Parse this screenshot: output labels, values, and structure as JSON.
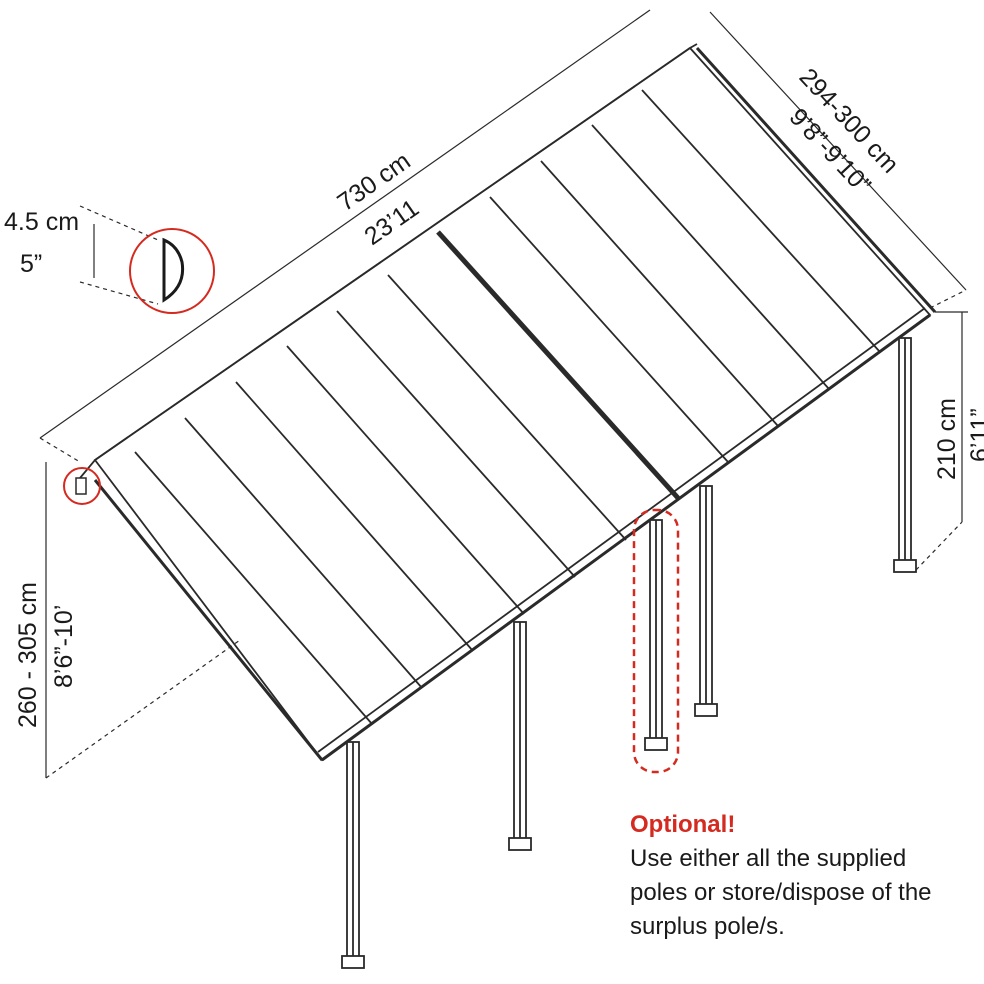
{
  "dimensions": {
    "length_cm": "730 cm",
    "length_ft": "23’11",
    "width_cm": "294-300 cm",
    "width_ft": "9’8”-9’10”",
    "front_height_cm": "210 cm",
    "front_height_ft": "6’11”",
    "back_height_cm": "260 - 305 cm",
    "back_height_ft": "8’6”-10’",
    "gutter_cm": "4.5 cm",
    "gutter_in": "5”"
  },
  "note": {
    "title": "Optional!",
    "lines": [
      "Use either all the supplied",
      "poles or store/dispose of the",
      "surplus pole/s."
    ]
  },
  "colors": {
    "line": "#2a2a2a",
    "highlight": "#d42a20"
  }
}
